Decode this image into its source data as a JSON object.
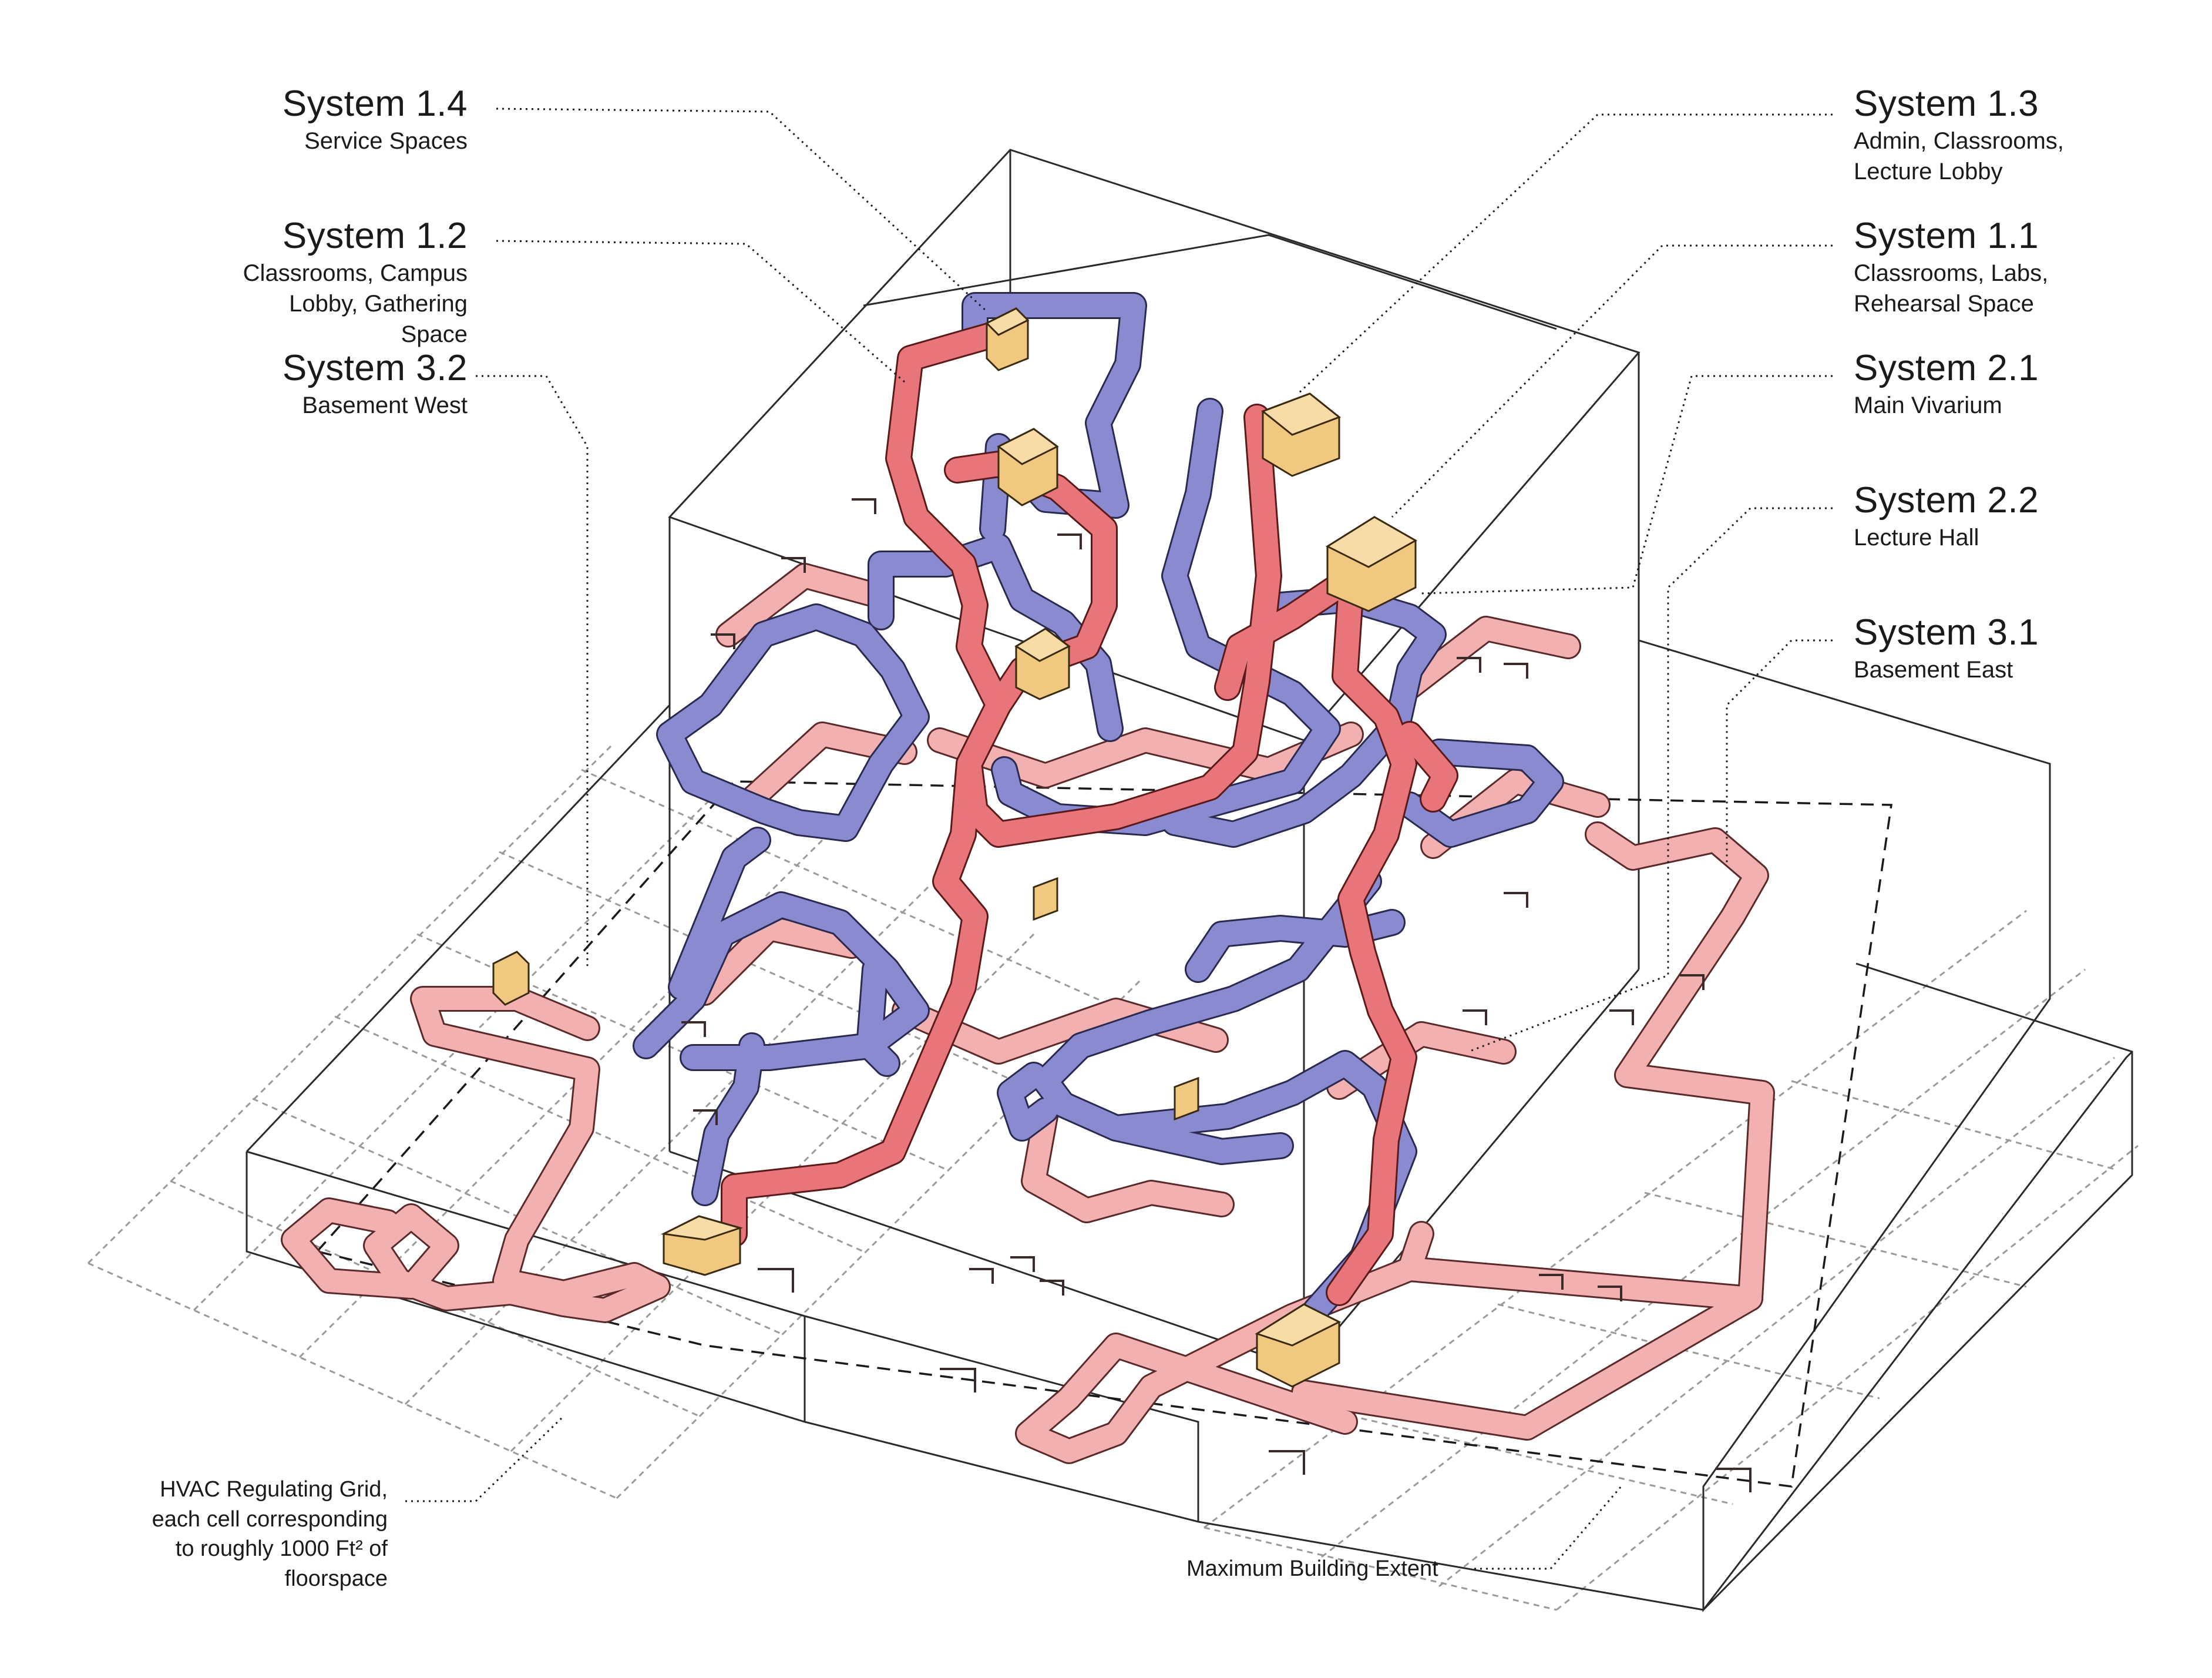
{
  "labels": {
    "left": [
      {
        "id": "sys-1-4",
        "title": "System 1.4",
        "sub": "Service Spaces"
      },
      {
        "id": "sys-1-2",
        "title": "System 1.2",
        "sub": "Classrooms, Campus Lobby, Gathering Space"
      },
      {
        "id": "sys-3-2",
        "title": "System 3.2",
        "sub": "Basement West"
      }
    ],
    "right": [
      {
        "id": "sys-1-3",
        "title": "System 1.3",
        "sub": "Admin, Classrooms, Lecture Lobby"
      },
      {
        "id": "sys-1-1",
        "title": "System 1.1",
        "sub": "Classrooms, Labs, Rehearsal Space"
      },
      {
        "id": "sys-2-1",
        "title": "System 2.1",
        "sub": "Main Vivarium"
      },
      {
        "id": "sys-2-2",
        "title": "System 2.2",
        "sub": "Lecture Hall"
      },
      {
        "id": "sys-3-1",
        "title": "System 3.1",
        "sub": "Basement East"
      }
    ]
  },
  "notes": {
    "grid": "HVAC Regulating Grid, each cell corresponding to roughly 1000 Ft² of floorspace",
    "extent": "Maximum Building Extent"
  },
  "colors": {
    "supply_duct": "#e7757a",
    "supply_duct_light": "#f2b0b0",
    "return_duct": "#8a8ad0",
    "air_handler": "#f0c880",
    "outline": "#2a2a2a",
    "grid": "#9a9a9a"
  }
}
